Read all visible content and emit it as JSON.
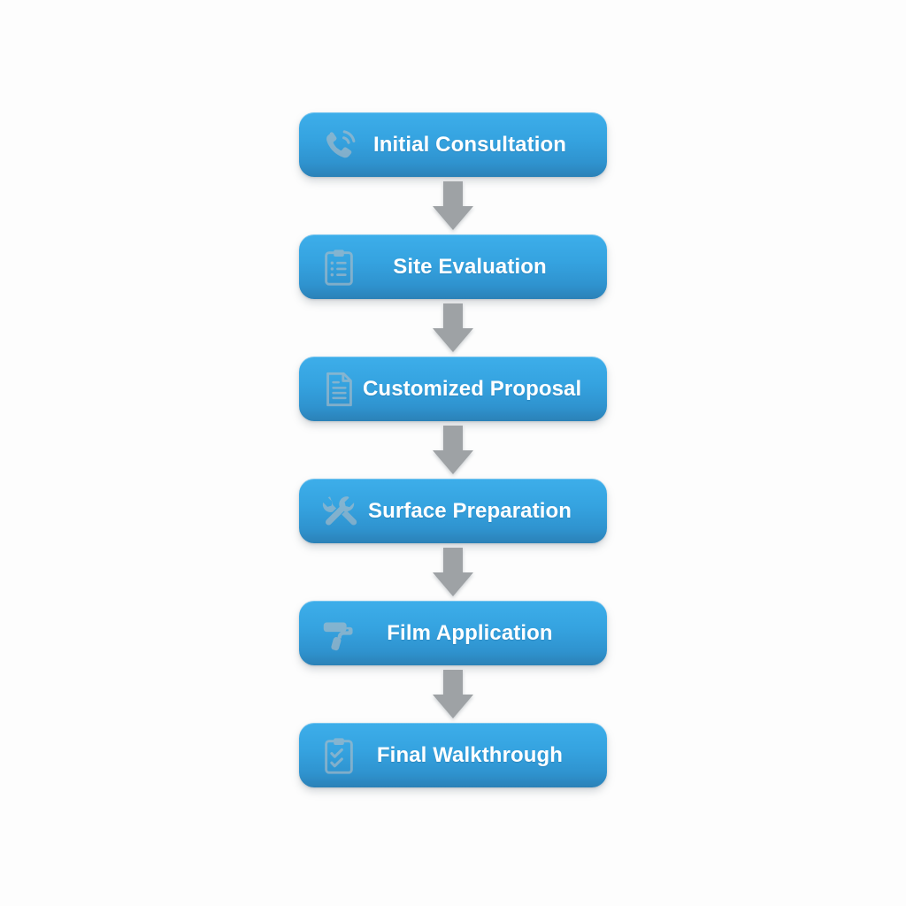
{
  "diagram": {
    "type": "vertical-flowchart",
    "title": "",
    "background_color": "#fdfdfd",
    "box": {
      "gradient_top": "#3daeea",
      "gradient_bottom": "#2b81b7",
      "text_color": "#ffffff",
      "icon_color": "#a9b4bc",
      "corner_radius": 17
    },
    "connector": {
      "color": "#9ea2a5",
      "shape": "down-arrow"
    },
    "steps": [
      {
        "label": "Initial Consultation",
        "icon": "phone-call-icon"
      },
      {
        "label": "Site Evaluation",
        "icon": "clipboard-list-icon"
      },
      {
        "label": "Customized Proposal",
        "icon": "document-lines-icon"
      },
      {
        "label": "Surface Preparation",
        "icon": "crossed-wrenches-icon"
      },
      {
        "label": "Film Application",
        "icon": "paint-roller-icon"
      },
      {
        "label": "Final Walkthrough",
        "icon": "clipboard-check-icon"
      }
    ]
  }
}
